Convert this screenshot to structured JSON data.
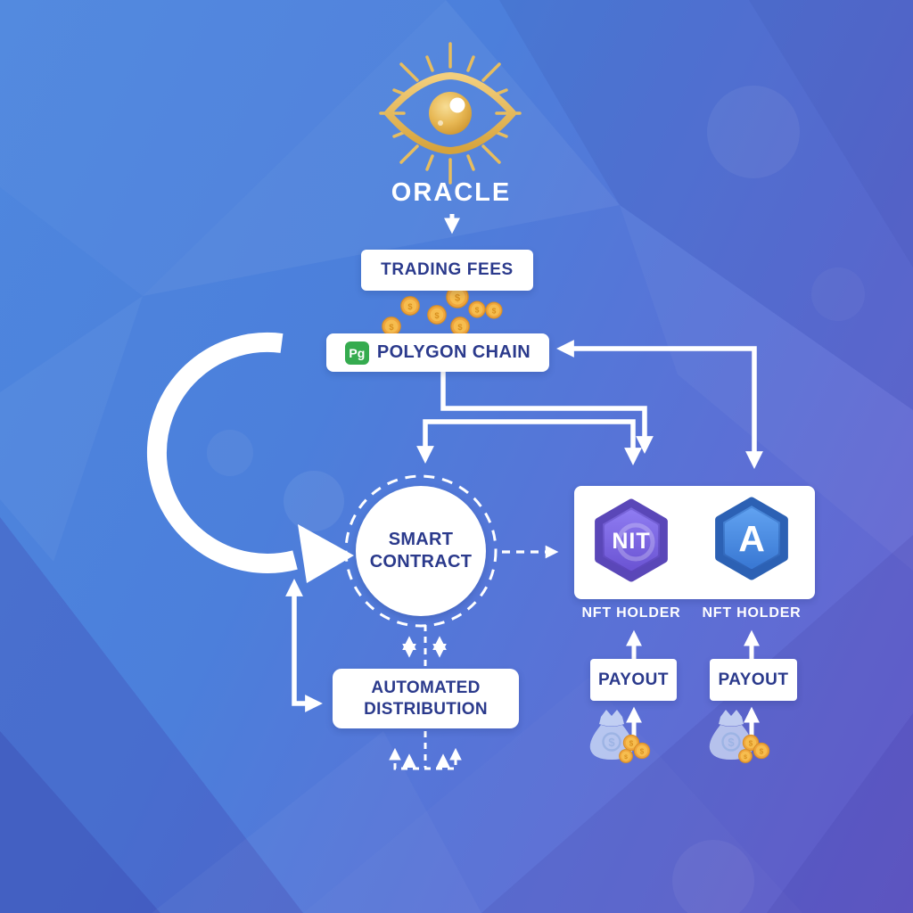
{
  "colors": {
    "background_blue": "#4e87de",
    "background_purple": "#6a62cf",
    "navy_text": "#2b3a8c",
    "gold_coin": "#efa53c",
    "green_badge": "#35ab4f",
    "hex_purple": "#6c55d4",
    "hex_blue": "#3a79d4",
    "arrow_white": "#ffffff"
  },
  "icons": {
    "coin_symbol": "$",
    "bag_symbol": "$"
  },
  "nodes": {
    "oracle": {
      "label": "ORACLE"
    },
    "trading_fees": {
      "label": "TRADING FEES"
    },
    "polygon_chain": {
      "badge": "Pg",
      "label": "POLYGON CHAIN"
    },
    "smart_contract": {
      "line1": "SMART",
      "line2": "CONTRACT"
    },
    "automated_distribution": {
      "line1": "AUTOMATED",
      "line2": "DISTRIBUTION"
    },
    "nft_holder_1": {
      "badge_text": "NIT",
      "label": "NFT HOLDER",
      "payout_label": "PAYOUT"
    },
    "nft_holder_2": {
      "badge_text": "A",
      "label": "NFT HOLDER",
      "payout_label": "PAYOUT"
    }
  }
}
